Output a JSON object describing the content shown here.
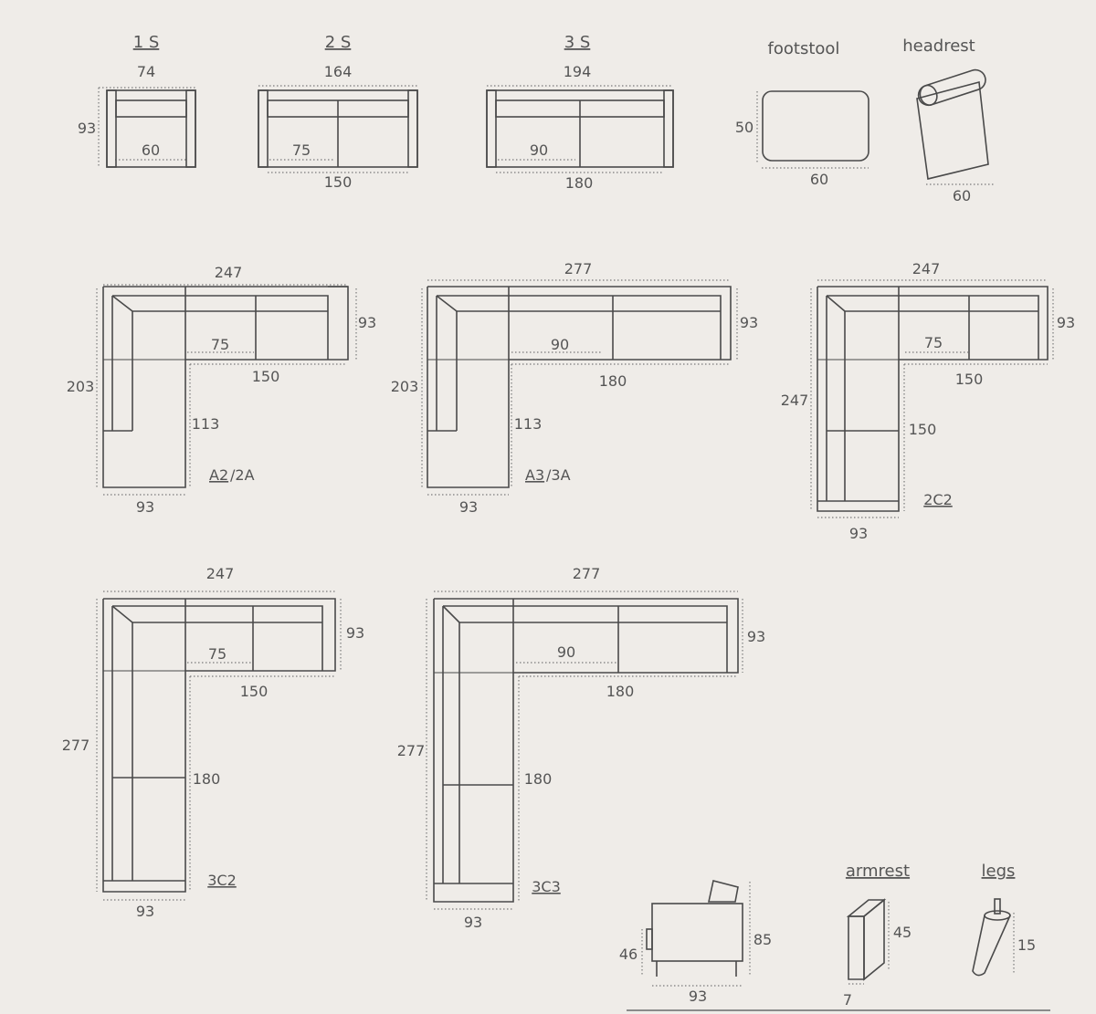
{
  "modules": {
    "s1": {
      "code": "1 S",
      "width": "74",
      "depth": "93",
      "seat": "60"
    },
    "s2": {
      "code": "2 S",
      "width": "164",
      "seat": "75",
      "inner": "150"
    },
    "s3": {
      "code": "3 S",
      "width": "194",
      "seat": "90",
      "inner": "180"
    },
    "footstool": {
      "label": "footstool",
      "depth": "50",
      "width": "60"
    },
    "headrest": {
      "label": "headrest",
      "width": "60"
    }
  },
  "corners": {
    "a2": {
      "code_main": "A2",
      "code_alt": "/2A",
      "width": "247",
      "depth": "93",
      "seat": "75",
      "inner": "150",
      "height": "203",
      "chaise": "113",
      "chaise_w": "93"
    },
    "a3": {
      "code_main": "A3",
      "code_alt": "/3A",
      "width": "277",
      "depth": "93",
      "seat": "90",
      "inner": "180",
      "height": "203",
      "chaise": "113",
      "chaise_w": "93"
    },
    "c22": {
      "code": "2C2",
      "width": "247",
      "depth": "93",
      "seat": "75",
      "inner": "150",
      "height": "247",
      "side": "150",
      "bottom": "93"
    },
    "c32": {
      "code": "3C2",
      "width": "247",
      "depth": "93",
      "seat": "75",
      "inner": "150",
      "height": "277",
      "side": "180",
      "bottom": "93"
    },
    "c33": {
      "code": "3C3",
      "width": "277",
      "depth": "93",
      "seat": "90",
      "inner": "180",
      "height": "277",
      "side": "180",
      "bottom": "93"
    }
  },
  "profile": {
    "seat_h": "46",
    "total_h": "85",
    "depth": "93"
  },
  "armrest": {
    "label": "armrest",
    "height": "45",
    "width": "7"
  },
  "legs": {
    "label": "legs",
    "height": "15"
  },
  "colors": {
    "background": "#efece8",
    "line": "#4a4a4a",
    "dotted": "#7a7a7a",
    "text": "#555555"
  }
}
